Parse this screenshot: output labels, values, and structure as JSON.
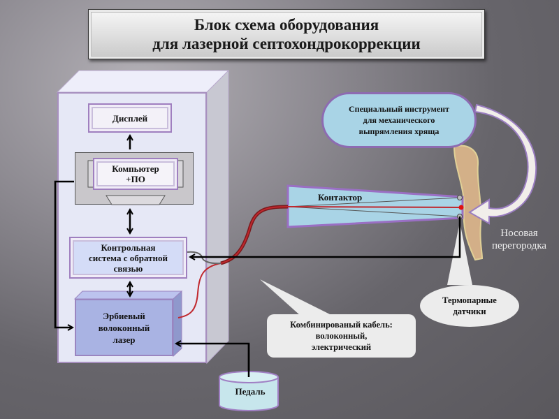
{
  "title": {
    "line1": "Блок схема оборудования",
    "line2": "для лазерной септохондрокоррекции"
  },
  "blocks": {
    "display": "Дисплей",
    "computer_line1": "Компьютер",
    "computer_line2": "+ПО",
    "control_line1": "Контрольная",
    "control_line2": "система с обратной",
    "control_line3": "связью",
    "laser_line1": "Эрбиевый",
    "laser_line2": "волоконный",
    "laser_line3": "лазер",
    "pedal": "Педаль",
    "contactor": "Контактор"
  },
  "callouts": {
    "instrument_line1": "Специальный инструмент",
    "instrument_line2": "для механического",
    "instrument_line3": "выпрямления хряща",
    "cable_line1": "Комбинированый  кабель:",
    "cable_line2": "волоконный,",
    "cable_line3": "электрический",
    "thermo_line1": "Термопарные",
    "thermo_line2": "датчики",
    "septum_line1": "Носовая",
    "septum_line2": "перегородка"
  },
  "colors": {
    "laser_fiber": "#c0272d",
    "cabinet_border": "#a78fbf",
    "instrument_fill": "#a9d4e6",
    "septum_fill": "#d9b48a"
  }
}
